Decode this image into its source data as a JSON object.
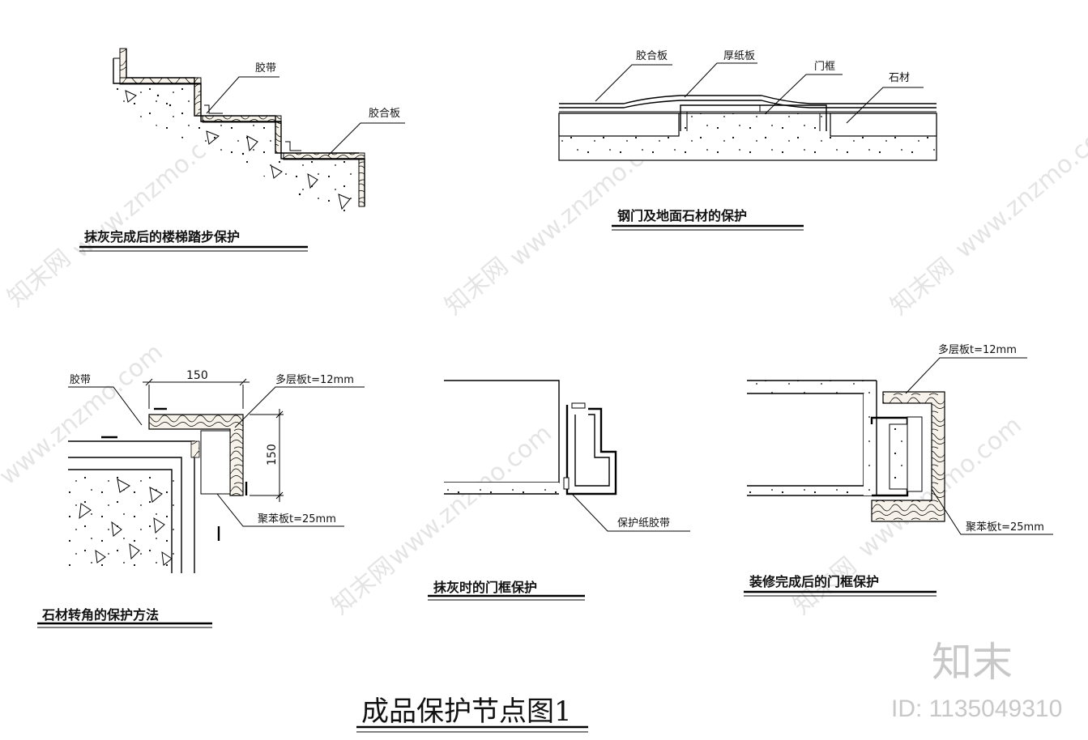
{
  "sheet_title": "成品保护节点图1",
  "watermark": {
    "site": "www.znzmo.com",
    "brand": "知末网"
  },
  "logo": {
    "text": "知末",
    "id": "ID: 1135049310"
  },
  "details": {
    "stair": {
      "title": "抹灰完成后的楼梯踏步保护",
      "labels": [
        "胶带",
        "胶合板"
      ]
    },
    "door_floor": {
      "title": "钢门及地面石材的保护",
      "labels": [
        "胶合板",
        "厚纸板",
        "门框",
        "石材"
      ]
    },
    "stone_corner": {
      "title": "石材转角的保护方法",
      "labels": [
        "胶带",
        "多层板t=12mm",
        "聚苯板t=25mm"
      ],
      "dims": [
        "150",
        "150"
      ]
    },
    "plaster_frame": {
      "title": "抹灰时的门框保护",
      "labels": [
        "保护纸胶带"
      ]
    },
    "finished_frame": {
      "title": "装修完成后的门框保护",
      "labels": [
        "多层板t=12mm",
        "聚苯板t=25mm"
      ]
    }
  }
}
